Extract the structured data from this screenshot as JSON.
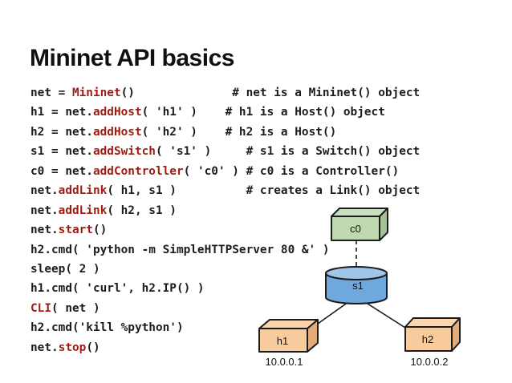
{
  "slide": {
    "title": "Mininet API basics"
  },
  "colors": {
    "black": "#1c1c1c",
    "red": "#9e1c12",
    "background": "#ffffff",
    "outline": "#1c1c1c"
  },
  "code": {
    "lines": [
      {
        "segments": [
          {
            "text": "net = ",
            "color": "black"
          },
          {
            "text": "Mininet",
            "color": "red"
          },
          {
            "text": "()              # net is a Mininet() object",
            "color": "black"
          }
        ]
      },
      {
        "segments": [
          {
            "text": "h1 = net.",
            "color": "black"
          },
          {
            "text": "addHost",
            "color": "red"
          },
          {
            "text": "( 'h1' )    # h1 is a Host() object",
            "color": "black"
          }
        ]
      },
      {
        "segments": [
          {
            "text": "h2 = net.",
            "color": "black"
          },
          {
            "text": "addHost",
            "color": "red"
          },
          {
            "text": "( 'h2' )    # h2 is a Host()",
            "color": "black"
          }
        ]
      },
      {
        "segments": [
          {
            "text": "s1 = net.",
            "color": "black"
          },
          {
            "text": "addSwitch",
            "color": "red"
          },
          {
            "text": "( 's1' )     # s1 is a Switch() object",
            "color": "black"
          }
        ]
      },
      {
        "segments": [
          {
            "text": "c0 = net.",
            "color": "black"
          },
          {
            "text": "addController",
            "color": "red"
          },
          {
            "text": "( 'c0' ) # c0 is a Controller()",
            "color": "black"
          }
        ]
      },
      {
        "segments": [
          {
            "text": "net.",
            "color": "black"
          },
          {
            "text": "addLink",
            "color": "red"
          },
          {
            "text": "( h1, s1 )          # creates a Link() object",
            "color": "black"
          }
        ]
      },
      {
        "segments": [
          {
            "text": "net.",
            "color": "black"
          },
          {
            "text": "addLink",
            "color": "red"
          },
          {
            "text": "( h2, s1 )",
            "color": "black"
          }
        ]
      },
      {
        "segments": [
          {
            "text": "net.",
            "color": "black"
          },
          {
            "text": "start",
            "color": "red"
          },
          {
            "text": "()",
            "color": "black"
          }
        ]
      },
      {
        "segments": [
          {
            "text": "h2.cmd( 'python -m SimpleHTTPServer 80 &' )",
            "color": "black"
          }
        ]
      },
      {
        "segments": [
          {
            "text": "sleep( 2 )",
            "color": "black"
          }
        ]
      },
      {
        "segments": [
          {
            "text": "h1.cmd( 'curl', h2.IP() )",
            "color": "black"
          }
        ]
      },
      {
        "segments": [
          {
            "text": "CLI",
            "color": "red"
          },
          {
            "text": "( net )",
            "color": "black"
          }
        ]
      },
      {
        "segments": [
          {
            "text": "h2.cmd('kill %python')",
            "color": "black"
          }
        ]
      },
      {
        "segments": [
          {
            "text": "net.",
            "color": "black"
          },
          {
            "text": "stop",
            "color": "red"
          },
          {
            "text": "()",
            "color": "black"
          }
        ]
      }
    ]
  },
  "diagram": {
    "controller": {
      "label": "c0",
      "front": "#bed9b0",
      "top": "#c9e0bc",
      "side": "#a3c492"
    },
    "switch": {
      "label": "s1",
      "body": "#6fa8dc",
      "top": "#9fc5e8"
    },
    "host1": {
      "label": "h1",
      "ip": "10.0.0.1",
      "front": "#f8cb9d",
      "top": "#fbd5ae",
      "side": "#e3ac78"
    },
    "host2": {
      "label": "h2",
      "ip": "10.0.0.2",
      "front": "#f8cb9d",
      "top": "#fbd5ae",
      "side": "#e3ac78"
    }
  }
}
